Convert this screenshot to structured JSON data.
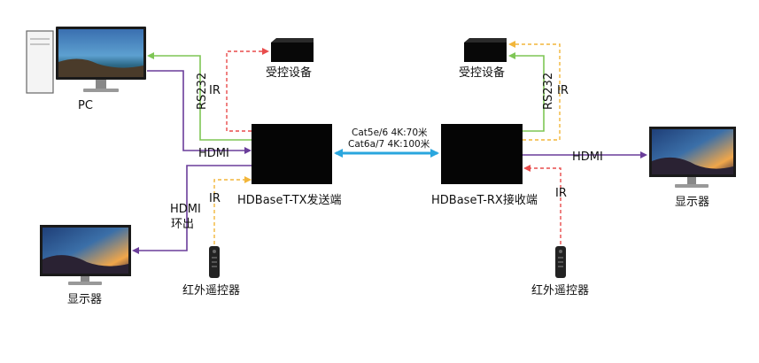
{
  "labels": {
    "pc": "PC",
    "tx": "HDBaseT-TX发送端",
    "rx": "HDBaseT-RX接收端",
    "device_tx": "受控设备",
    "device_rx": "受控设备",
    "display_loop": "显示器",
    "display_rx": "显示器",
    "remote_tx": "红外遥控器",
    "remote_rx": "红外遥控器",
    "rs232_tx": "RS232",
    "rs232_rx": "RS232",
    "ir_tx_top": "IR",
    "ir_tx_bottom": "IR",
    "ir_rx_top": "IR",
    "ir_rx_bottom": "IR",
    "hdmi_in": "HDMI",
    "hdmi_out": "HDMI",
    "hdmi_loop_line1": "HDMI",
    "hdmi_loop_line2": "环出",
    "cable_line1": "Cat5e/6  4K:70米",
    "cable_line2": "Cat6a/7 4K:100米"
  },
  "colors": {
    "hdmi": "#6a3d9a",
    "rs232": "#7ec655",
    "ir_red": "#e84c4c",
    "ir_yellow": "#f2b63a",
    "cable": "#2aa6de",
    "box": "#050505",
    "screen_sky": "#3b6fa8",
    "screen_sunset": "#f0a64a"
  }
}
